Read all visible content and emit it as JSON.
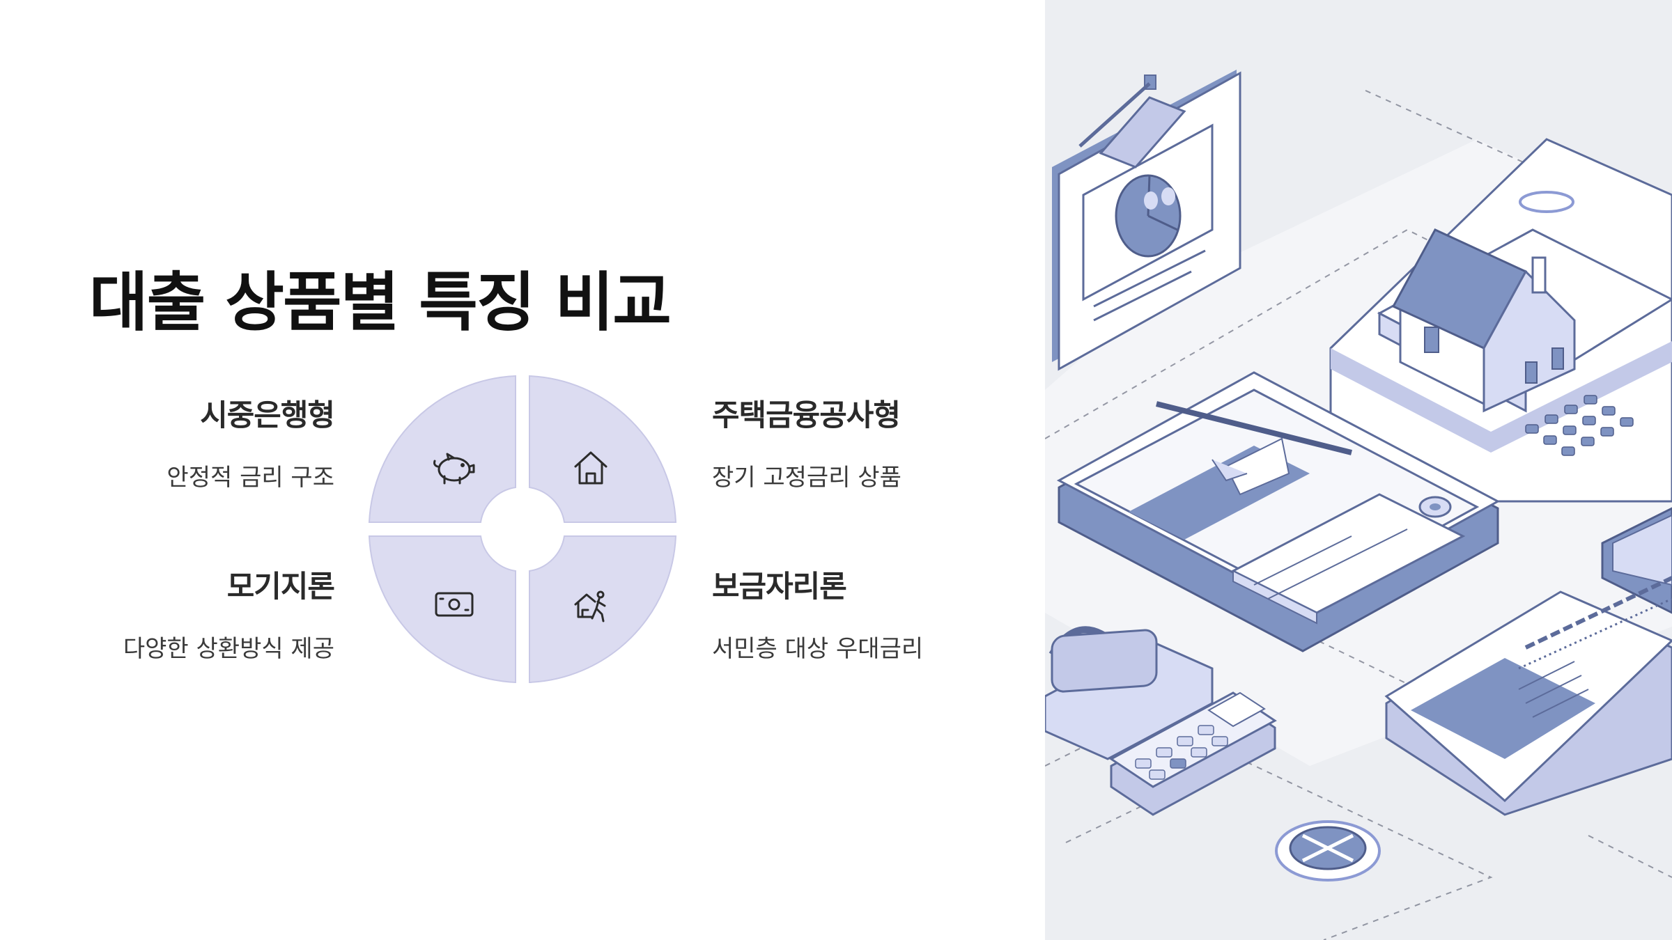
{
  "slide": {
    "title": "대출 상품별 특징 비교",
    "items": [
      {
        "heading": "시중은행형",
        "desc": "안정적 금리 구조",
        "icon": "piggy-bank-icon"
      },
      {
        "heading": "주택금융공사형",
        "desc": "장기 고정금리 상품",
        "icon": "house-icon"
      },
      {
        "heading": "모기지론",
        "desc": "다양한 상환방식 제공",
        "icon": "banknote-icon"
      },
      {
        "heading": "보금자리론",
        "desc": "서민층 대상 우대금리",
        "icon": "house-person-icon"
      }
    ]
  },
  "colors": {
    "segment_fill": "#dcdcf1",
    "segment_stroke": "#c8c8e6",
    "illustration_bg": "#eceef2",
    "illustration_blue": "#7f93c2",
    "illustration_light": "#d7dcf4"
  }
}
